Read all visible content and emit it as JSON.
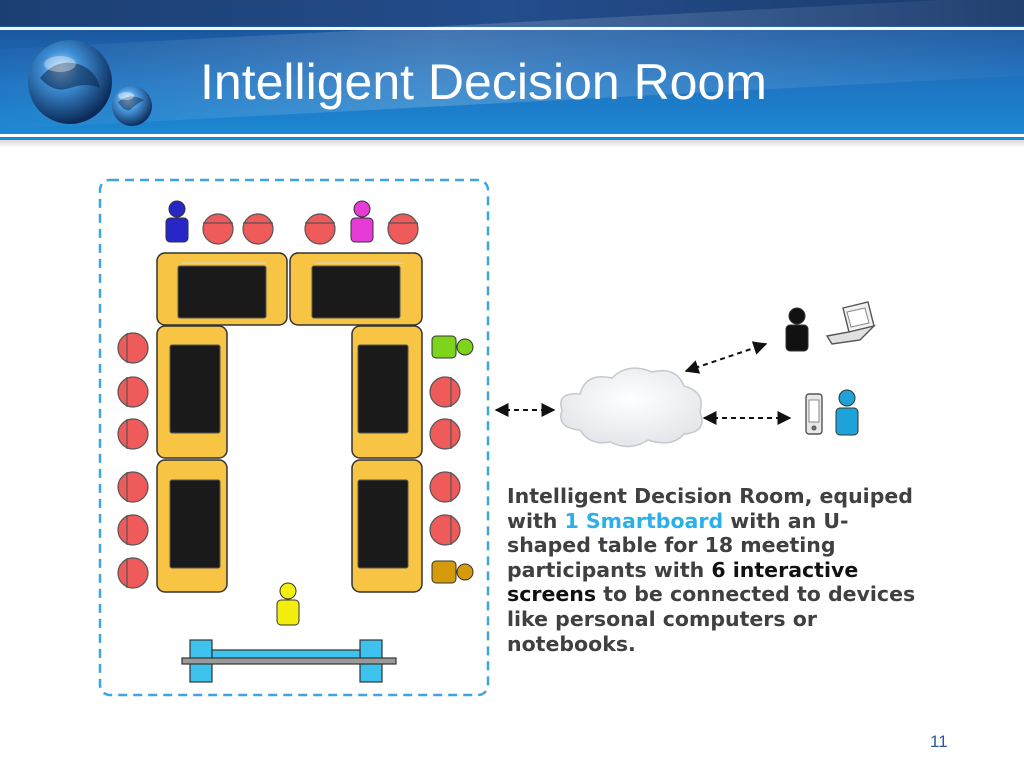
{
  "slide": {
    "title": "Intelligent Decision Room",
    "page_number": "11"
  },
  "description": {
    "parts": [
      {
        "text": "Intelligent Decision Room, equiped with ",
        "style": "normal"
      },
      {
        "text": "1 Smartboard",
        "style": "highlight-blue"
      },
      {
        "text": " with an U-shaped table for 18 meeting participants with ",
        "style": "normal"
      },
      {
        "text": "6 interactive screens",
        "style": "highlight-black"
      },
      {
        "text": " to be connected to devices like personal computers or notebooks.",
        "style": "normal"
      }
    ]
  },
  "colors": {
    "header_blue": "#1b6fc0",
    "table_yellow": "#f7c443",
    "chair_red": "#ef5b5b",
    "screen_black": "#1a1a1a",
    "room_border": "#3ea5e3",
    "smartboard_blue": "#3ec3ee",
    "person_blue": "#2727c8",
    "person_magenta": "#e63bd6",
    "person_green": "#7dd41d",
    "person_orange": "#d69a0d",
    "person_yellow": "#f3ee0d",
    "person_cyan": "#1ea3d8",
    "highlight_blue": "#2bb0e8"
  },
  "icons": {
    "logo": "globe-logo-icon",
    "network": "cloud-icon",
    "laptop": "laptop-icon",
    "phone": "phone-icon"
  }
}
